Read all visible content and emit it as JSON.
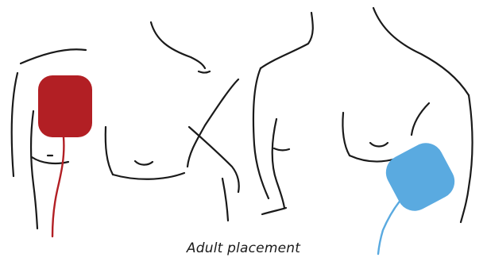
{
  "caption": "Adult placement",
  "colors": {
    "outline": "#1a1a1a",
    "anterior_pad": "#b21f24",
    "posterior_pad": "#5aaae0",
    "background": "#ffffff"
  },
  "figures": [
    {
      "view": "left-torso-with-red-pad",
      "pad_color_key": "anterior_pad"
    },
    {
      "view": "right-torso-with-blue-pad",
      "pad_color_key": "posterior_pad"
    }
  ]
}
